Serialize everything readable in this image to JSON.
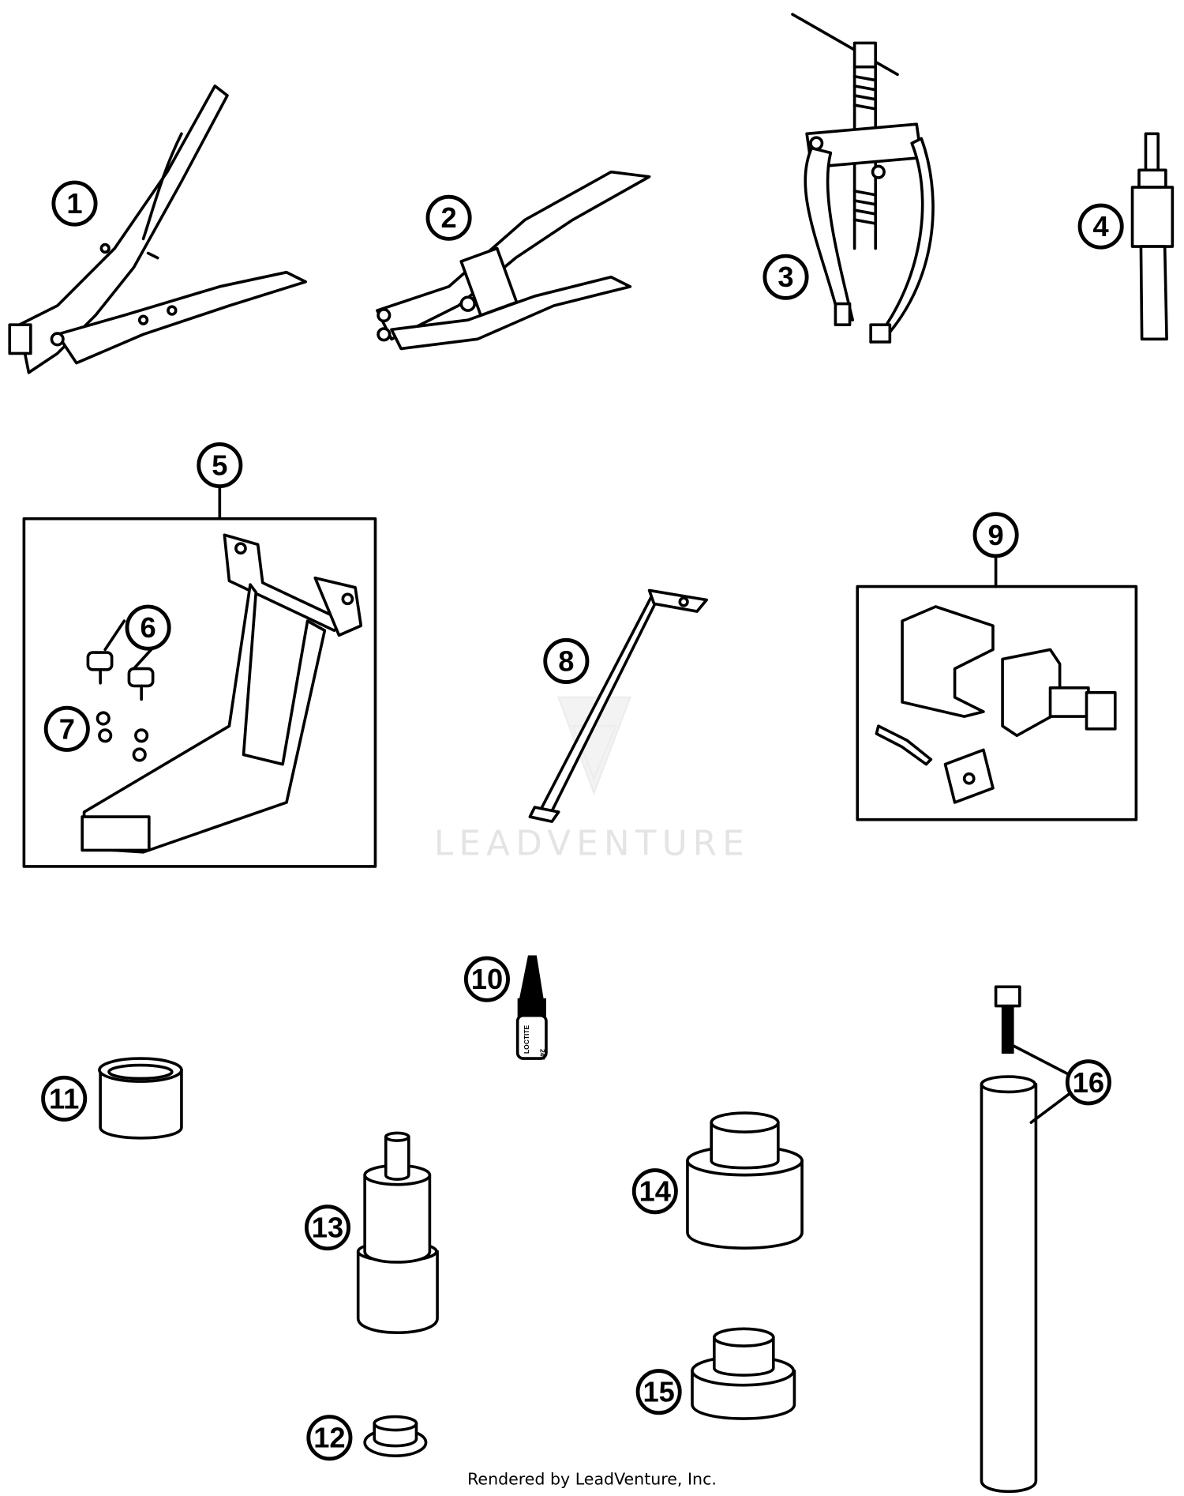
{
  "diagram": {
    "watermark": "LEADVENTURE",
    "footer": "Rendered by LeadVenture, Inc.",
    "bottle_label": "LOCTITE",
    "bottle_number": "243",
    "callouts": [
      "1",
      "2",
      "3",
      "4",
      "5",
      "6",
      "7",
      "8",
      "9",
      "10",
      "11",
      "12",
      "13",
      "14",
      "15",
      "16"
    ]
  }
}
